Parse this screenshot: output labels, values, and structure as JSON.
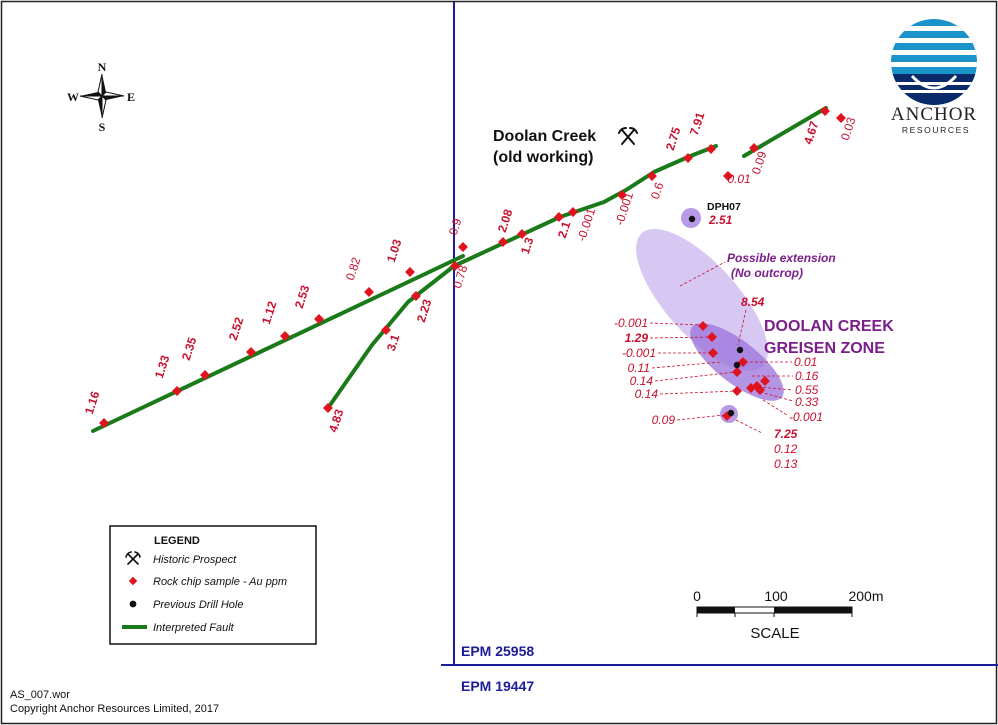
{
  "colors": {
    "fault": "#1a7a1a",
    "sample": "#e0141e",
    "sample_label": "#c8102e",
    "zone": "#b89ae6",
    "zone_core": "#8e5fd6",
    "tenement_line": "#1c1c9a",
    "zone_label": "#7a1f8a"
  },
  "compass": {
    "n": "N",
    "s": "S",
    "e": "E",
    "w": "W"
  },
  "logo": {
    "wordmark": "ANCHOR",
    "subtitle": "RESOURCES"
  },
  "prospect": {
    "line1": "Doolan Creek",
    "line2": "(old working)"
  },
  "drill_hole": {
    "name": "DPH07",
    "value": "2.51"
  },
  "extension": {
    "line1": "Possible extension",
    "line2": "(No outcrop)"
  },
  "zone": {
    "line1": "DOOLAN CREEK",
    "line2": "GREISEN ZONE"
  },
  "samples": [
    {
      "v": "1.16",
      "style": "b"
    },
    {
      "v": "1.33",
      "style": "b"
    },
    {
      "v": "2.35",
      "style": "b"
    },
    {
      "v": "2.52",
      "style": "b"
    },
    {
      "v": "1.12",
      "style": "b"
    },
    {
      "v": "2.53",
      "style": "b"
    },
    {
      "v": "0.82",
      "style": "n"
    },
    {
      "v": "1.03",
      "style": "b"
    },
    {
      "v": "0.9",
      "style": "n"
    },
    {
      "v": "0.78",
      "style": "n"
    },
    {
      "v": "2.23",
      "style": "b"
    },
    {
      "v": "3.1",
      "style": "b"
    },
    {
      "v": "4.83",
      "style": "b"
    },
    {
      "v": "2.08",
      "style": "b"
    },
    {
      "v": "1.3",
      "style": "b"
    },
    {
      "v": "2.1",
      "style": "b"
    },
    {
      "v": "-0.001",
      "style": "n"
    },
    {
      "v": "-0.001",
      "style": "n"
    },
    {
      "v": "0.6",
      "style": "n"
    },
    {
      "v": "2.75",
      "style": "b"
    },
    {
      "v": "7.91",
      "style": "b"
    },
    {
      "v": "0.01",
      "style": "n"
    },
    {
      "v": "0.09",
      "style": "n"
    },
    {
      "v": "4.67",
      "style": "b"
    },
    {
      "v": "0.03",
      "style": "n"
    }
  ],
  "zone_samples": {
    "left": [
      "-0.001",
      "1.29",
      "-0.001",
      "0.11",
      "0.14",
      "0.14"
    ],
    "right": [
      "8.54",
      "0.01",
      "0.16",
      "0.55",
      "0.33",
      "-0.001"
    ],
    "south_left": "0.09",
    "south_right": [
      "7.25",
      "0.12",
      "0.13"
    ]
  },
  "legend": {
    "title": "LEGEND",
    "items": [
      {
        "icon": "pick-axe-icon",
        "label": "Historic Prospect"
      },
      {
        "icon": "red-diamond-icon",
        "label": "Rock chip sample - Au ppm"
      },
      {
        "icon": "black-dot-icon",
        "label": "Previous Drill Hole"
      },
      {
        "icon": "green-line-icon",
        "label": "Interpreted Fault"
      }
    ]
  },
  "scale": {
    "ticks": [
      "0",
      "100",
      "200m"
    ],
    "label": "SCALE"
  },
  "tenements": {
    "north": "EPM 25958",
    "south": "EPM 19447"
  },
  "footer": {
    "line1": "AS_007.wor",
    "line2": "Copyright Anchor Resources Limited, 2017"
  }
}
